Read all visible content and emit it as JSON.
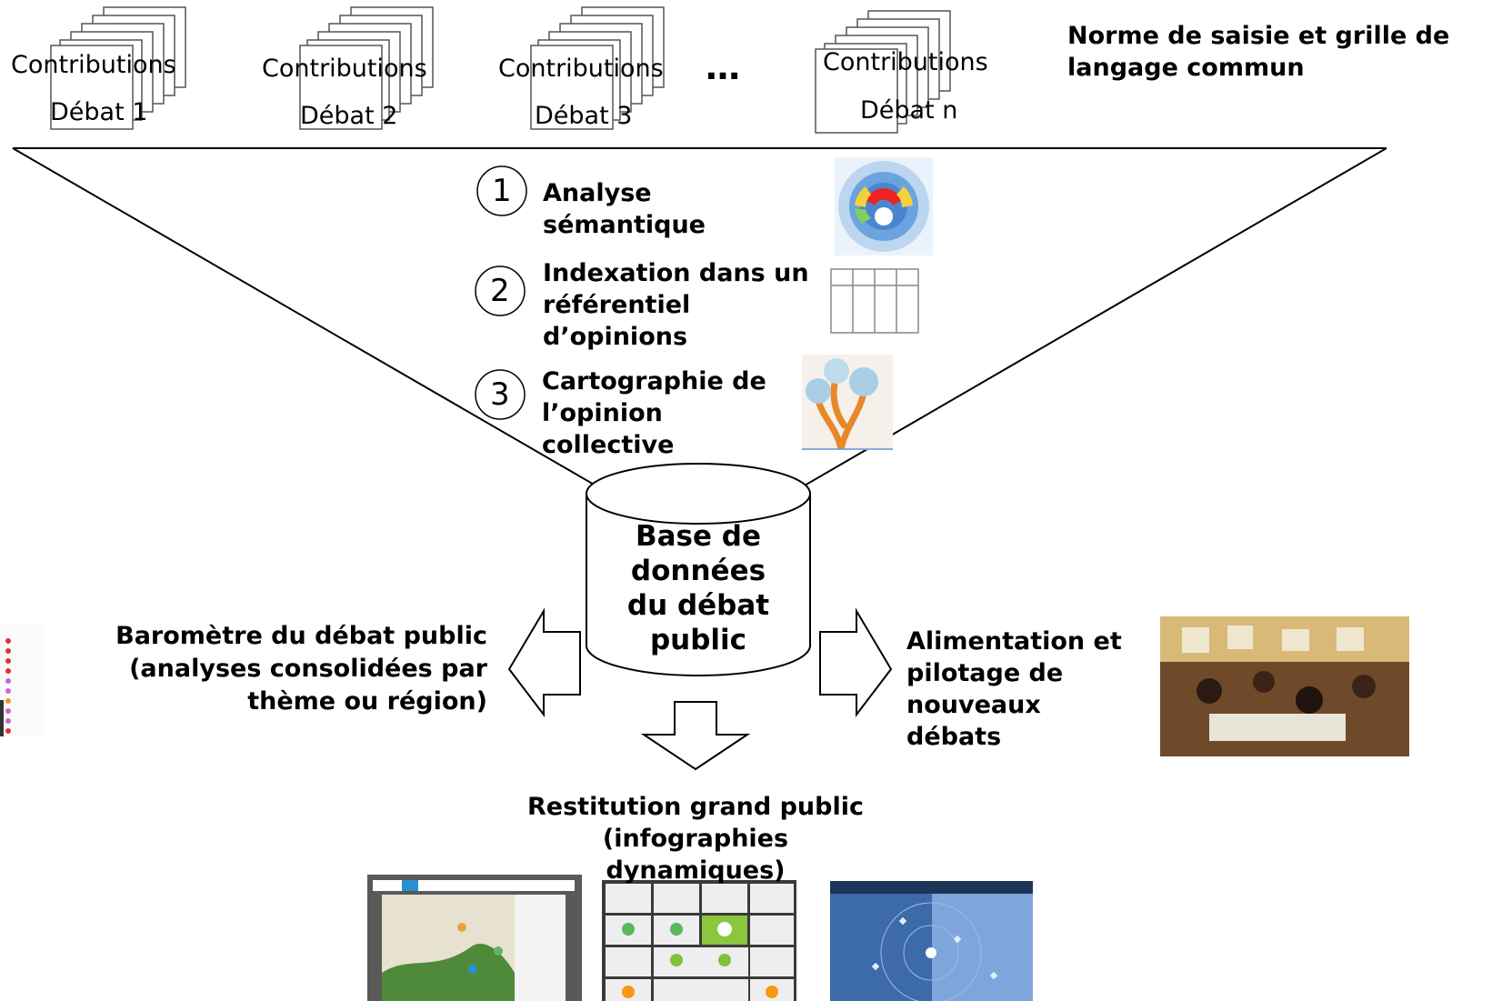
{
  "documents": [
    {
      "title": "Contributions",
      "debate": "Débat 1"
    },
    {
      "title": "Contributions",
      "debate": "Débat 2"
    },
    {
      "title": "Contributions",
      "debate": "Débat 3"
    },
    {
      "title": "Contributions",
      "debate": "Débat n"
    }
  ],
  "ellipsis": "…",
  "norm": {
    "line1": "Norme de saisie et grille de",
    "line2": "langage commun"
  },
  "steps": [
    {
      "num": "1",
      "lines": [
        "Analyse",
        "sémantique"
      ]
    },
    {
      "num": "2",
      "lines": [
        "Indexation dans un",
        "référentiel",
        "d’opinions"
      ]
    },
    {
      "num": "3",
      "lines": [
        "Cartographie de",
        "l’opinion",
        "collective"
      ]
    }
  ],
  "database": {
    "lines": [
      "Base de",
      "données",
      "du débat",
      "public"
    ]
  },
  "barometer": {
    "lines": [
      "Baromètre du débat public",
      "(analyses consolidées par",
      "thème ou région)"
    ]
  },
  "alimentation": {
    "lines": [
      "Alimentation et",
      "pilotage de",
      "nouveaux",
      "débats"
    ]
  },
  "restitution": {
    "lines": [
      "Restitution grand public",
      "(infographies",
      "dynamiques)"
    ]
  },
  "colors": {
    "line": "#000000",
    "doc_border": "#555555",
    "map_green": "#4e8a3a",
    "blue_panel": "#4d79b8"
  }
}
